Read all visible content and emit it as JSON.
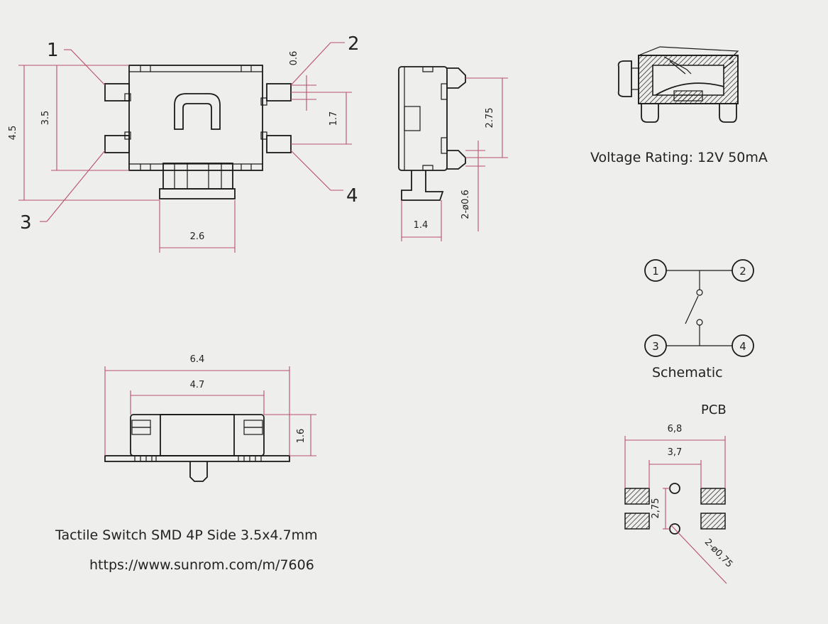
{
  "drawing": {
    "title": "Tactile Switch SMD 4P Side 3.5x4.7mm",
    "url": "https://www.sunrom.com/m/7606",
    "voltage_rating": "Voltage Rating: 12V 50mA",
    "schematic_label": "Schematic",
    "pcb_label": "PCB"
  },
  "top_view": {
    "pins": [
      "1",
      "2",
      "3",
      "4"
    ],
    "dims": {
      "total_height": "4.5",
      "body_height": "3.5",
      "pin_width": "0.6",
      "pin_pitch": "1.7",
      "actuator_width": "2.6"
    }
  },
  "side_view": {
    "dims": {
      "post_pitch": "2.75",
      "post_dia": "2-ø0.6",
      "actuator_depth": "1.4"
    }
  },
  "front_view": {
    "dims": {
      "overall_width": "6.4",
      "body_width": "4.7",
      "height": "1.6"
    }
  },
  "schematic": {
    "pins": [
      "1",
      "2",
      "3",
      "4"
    ]
  },
  "pcb": {
    "dims": {
      "pad_span": "6,8",
      "inner_span": "3,7",
      "hole_pitch": "2,75",
      "hole_dia": "2-ø0,75"
    }
  }
}
